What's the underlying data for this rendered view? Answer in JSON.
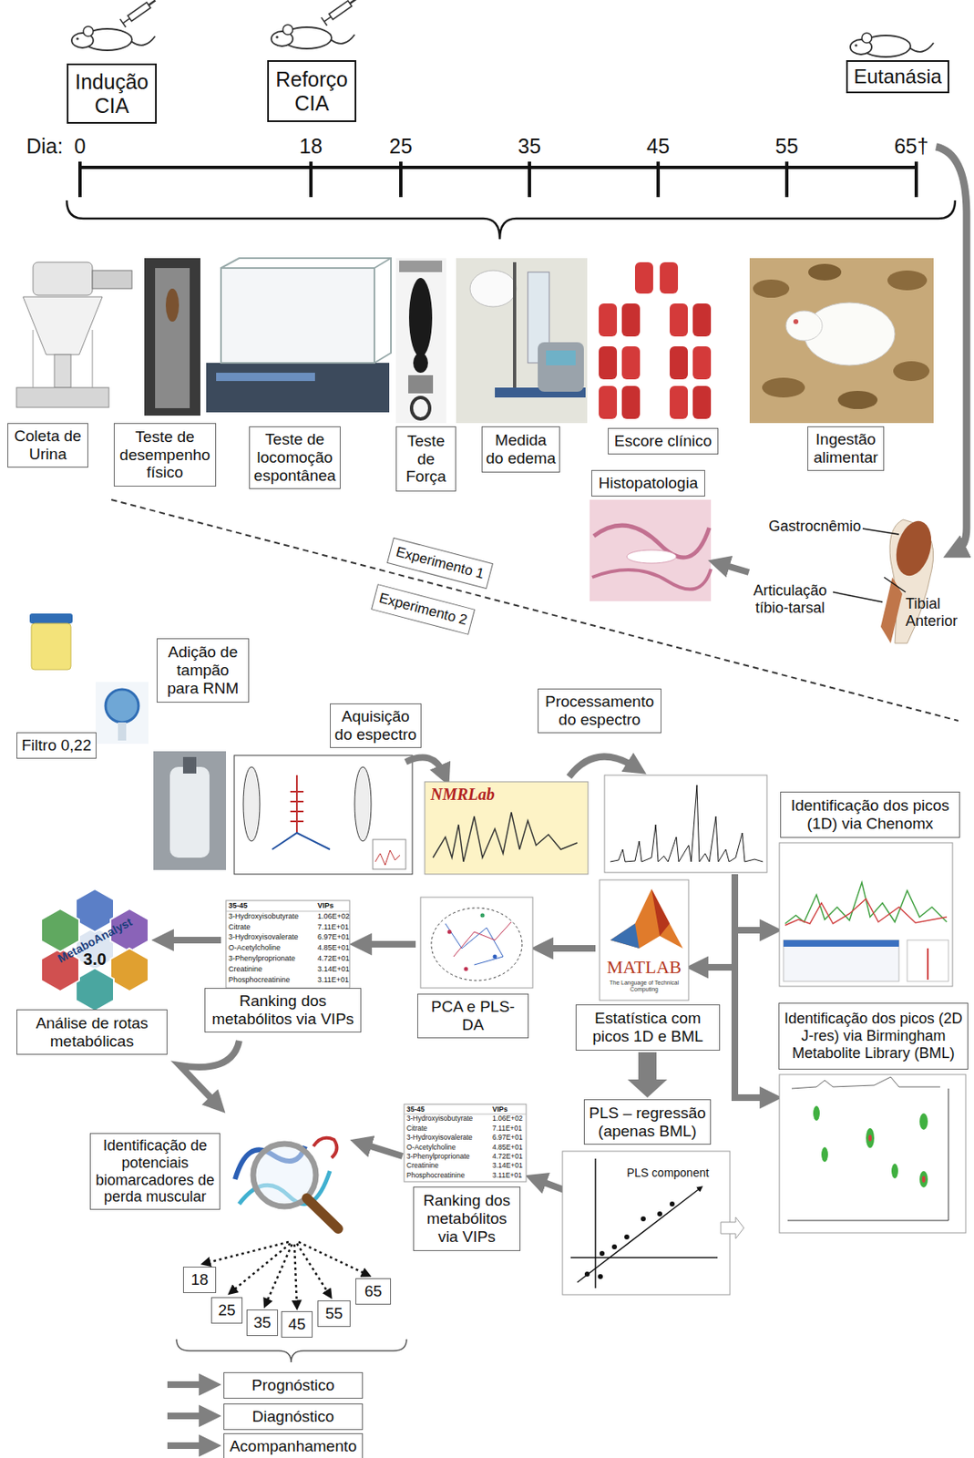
{
  "diagram": {
    "nodes": [
      {
        "text": [
          "Indução CIA"
        ]
      },
      {
        "text": [
          "Reforço CIA"
        ]
      },
      {
        "text": [
          "Eutanásia"
        ]
      },
      {
        "text": [
          "Coleta de Urina"
        ]
      },
      {
        "text": [
          "Teste de desempenho físico"
        ]
      },
      {
        "text": [
          "Teste de locomoção espontânea"
        ]
      },
      {
        "text": [
          "Teste de Força"
        ]
      },
      {
        "text": [
          "Medida do edema"
        ]
      },
      {
        "text": [
          "Escore clínico"
        ]
      },
      {
        "text": [
          "Ingestão alimentar"
        ]
      },
      {
        "text": [
          "Histopatologia"
        ]
      },
      {
        "text": [
          "Experimento 1"
        ]
      },
      {
        "text": [
          "Experimento 2"
        ]
      },
      {
        "text": [
          "Adição de tampão para RNM"
        ]
      },
      {
        "text": [
          "Filtro 0,22"
        ]
      },
      {
        "text": [
          "Aquisição do espectro"
        ]
      },
      {
        "text": [
          "Processamento do espectro"
        ]
      },
      {
        "text": [
          "Identificação dos picos (1D) via Chenomx"
        ]
      },
      {
        "text": [
          "Ranking dos metabólitos via VIPs"
        ]
      },
      {
        "text": [
          "PCA e PLS-DA"
        ]
      },
      {
        "text": [
          "Estatística com picos 1D e BML"
        ]
      },
      {
        "text": [
          "Identificação dos picos (2D J-res) via Birmingham Metabolite Library (BML)"
        ]
      },
      {
        "text": [
          "Análise de rotas metabólicas"
        ]
      },
      {
        "text": [
          "PLS – regressão (apenas BML)"
        ]
      },
      {
        "text": [
          "Identificação de potenciais biomarcadores de perda muscular"
        ]
      },
      {
        "text": [
          "Ranking dos metabólitos via VIPs"
        ]
      },
      {
        "text": [
          "18"
        ]
      },
      {
        "text": [
          "25"
        ]
      },
      {
        "text": [
          "35"
        ]
      },
      {
        "text": [
          "45"
        ]
      },
      {
        "text": [
          "55"
        ]
      },
      {
        "text": [
          "65"
        ]
      },
      {
        "text": [
          "Prognóstico"
        ]
      },
      {
        "text": [
          "Diagnóstico"
        ]
      },
      {
        "text": [
          "Acompanhamento"
        ]
      }
    ],
    "edges": [
      {
        "from": 20,
        "to": 23,
        "arrow": "to"
      }
    ],
    "labels": [
      "Dia:",
      "0",
      "18",
      "25",
      "35",
      "45",
      "55",
      "65†",
      "Gastrocnêmio",
      "Articulação tíbio-tarsal",
      "Tibial Anterior",
      "NMRLab",
      "MATLAB",
      "The Language of Technical Computing",
      "MetaboAnalyst",
      "3.0",
      "PLS component",
      "35-45",
      "VIPs",
      "3-Hydroxyisobutyrate",
      "1.06E+02",
      "Citrate",
      "7.11E+01",
      "3-Hydroxyisovalerate",
      "6.97E+01",
      "O-Acetylcholine",
      "4.85E+01",
      "3-Phenylproprionate",
      "4.72E+01",
      "Creatinine",
      "3.14E+01",
      "Phosphocreatinine",
      "3.11E+01",
      "35-45",
      "VIPs",
      "3-Hydroxyisobutyrate",
      "1.06E+02",
      "Citrate",
      "7.11E+01",
      "3-Hydroxyisovalerate",
      "6.97E+01",
      "O-Acetylcholine",
      "4.85E+01",
      "3-Phenylproprionate",
      "4.72E+01",
      "Creatinine",
      "3.14E+01",
      "Phosphocreatinine",
      "3.11E+01"
    ]
  }
}
